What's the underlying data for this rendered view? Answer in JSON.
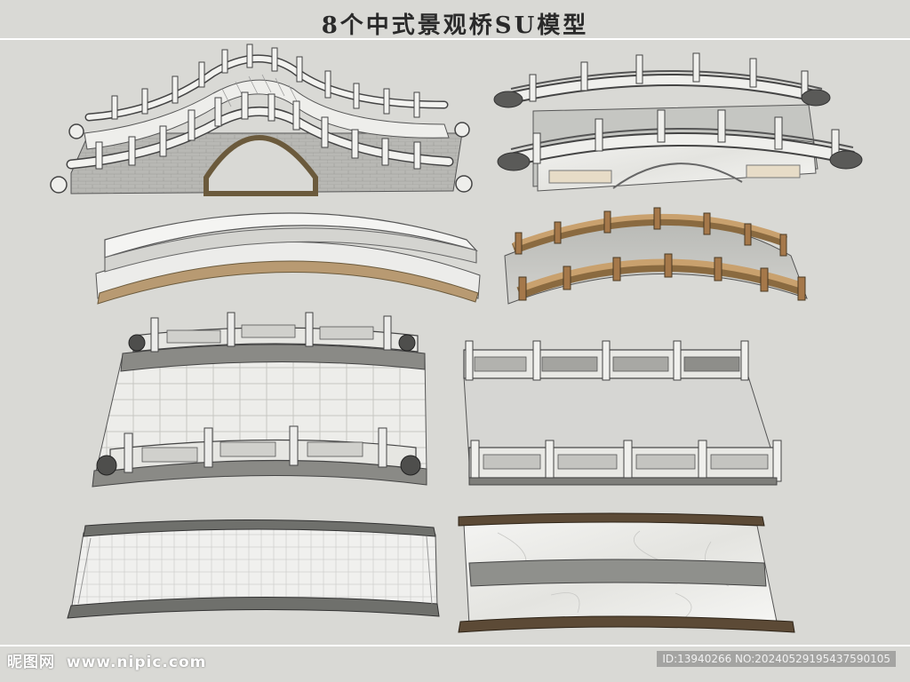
{
  "title": "8个中式景观桥SU模型",
  "watermark": {
    "brand": "昵图网",
    "url": "www.nipic.com",
    "id_text": "ID:13940266 NO:20240529195437590105"
  },
  "colors": {
    "background": "#d9d9d5",
    "stone": "#e8e8e4",
    "stone_dark": "#8c8c88",
    "marble": "#c9c9c4",
    "wood": "#b38a5a",
    "shadow": "#7a7a76"
  },
  "models": [
    {
      "name": "high-arch-bridge-model"
    },
    {
      "name": "carved-railing-arch-bridge-model"
    },
    {
      "name": "plain-curved-bridge-model"
    },
    {
      "name": "wood-rail-curved-bridge-model"
    },
    {
      "name": "stone-balustrade-flat-bridge-model-a"
    },
    {
      "name": "stone-balustrade-flat-bridge-model-b"
    },
    {
      "name": "tiled-flat-bridge-model"
    },
    {
      "name": "marble-flat-bridge-model"
    }
  ]
}
